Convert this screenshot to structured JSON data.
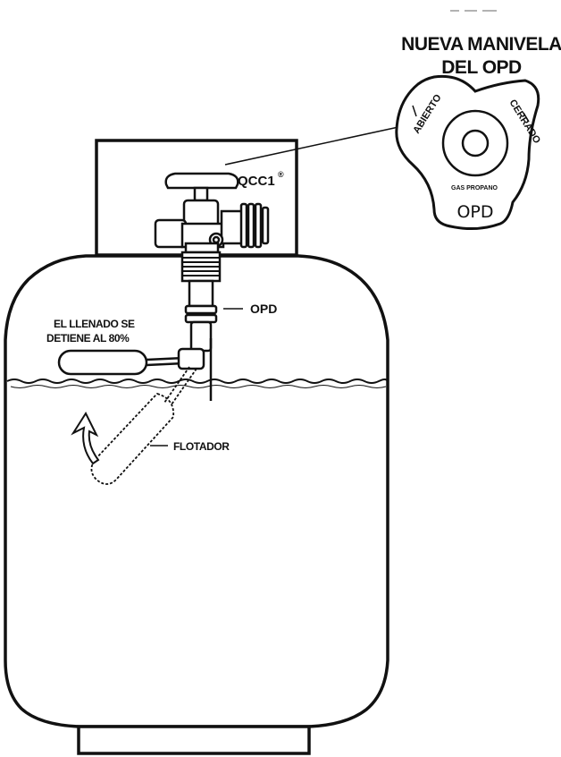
{
  "title": {
    "line1": "NUEVA MANIVELA",
    "line2": "DEL OPD"
  },
  "handle": {
    "open_label": "ABIERTO",
    "closed_label": "CERRADO",
    "gas_label": "GAS PROPANO",
    "opd_label": "OPD"
  },
  "callouts": {
    "qcc1": "QCC1",
    "qcc1_mark": "®",
    "opd": "OPD",
    "fill_stop_line1": "EL LLENADO SE",
    "fill_stop_line2": "DETIENE AL 80%",
    "float": "FLOTADOR"
  },
  "colors": {
    "ink": "#111111",
    "paper": "#ffffff"
  }
}
